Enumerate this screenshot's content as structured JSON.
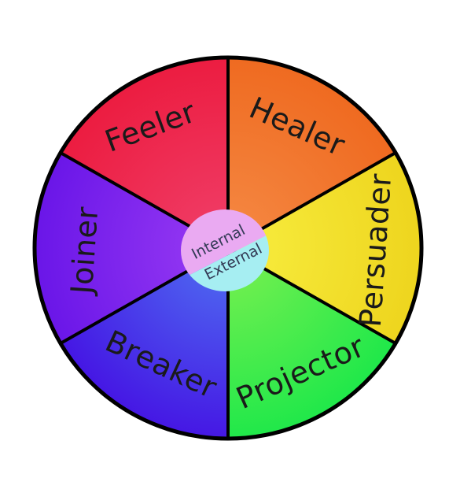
{
  "wheel": {
    "segments": [
      {
        "id": "healer",
        "label": "Healer",
        "color_outer": "#ef6a20",
        "color_inner": "#f58a45"
      },
      {
        "id": "persuader",
        "label": "Persuader",
        "color_outer": "#eed51e",
        "color_inner": "#f8ee40"
      },
      {
        "id": "projector",
        "label": "Projector",
        "color_outer": "#1fe84a",
        "color_inner": "#7ef050"
      },
      {
        "id": "breaker",
        "label": "Breaker",
        "color_outer": "#4516e4",
        "color_inner": "#4f72f2"
      },
      {
        "id": "joiner",
        "label": "Joiner",
        "color_outer": "#6a16e8",
        "color_inner": "#9a3cf4"
      },
      {
        "id": "feeler",
        "label": "Feeler",
        "color_outer": "#ec1c40",
        "color_inner": "#f0406a"
      }
    ],
    "center": {
      "top_label": "Internal",
      "bottom_label": "External",
      "top_color": "#eaaaf2",
      "bottom_color": "#a6eef2"
    },
    "outline_color": "#000000"
  }
}
